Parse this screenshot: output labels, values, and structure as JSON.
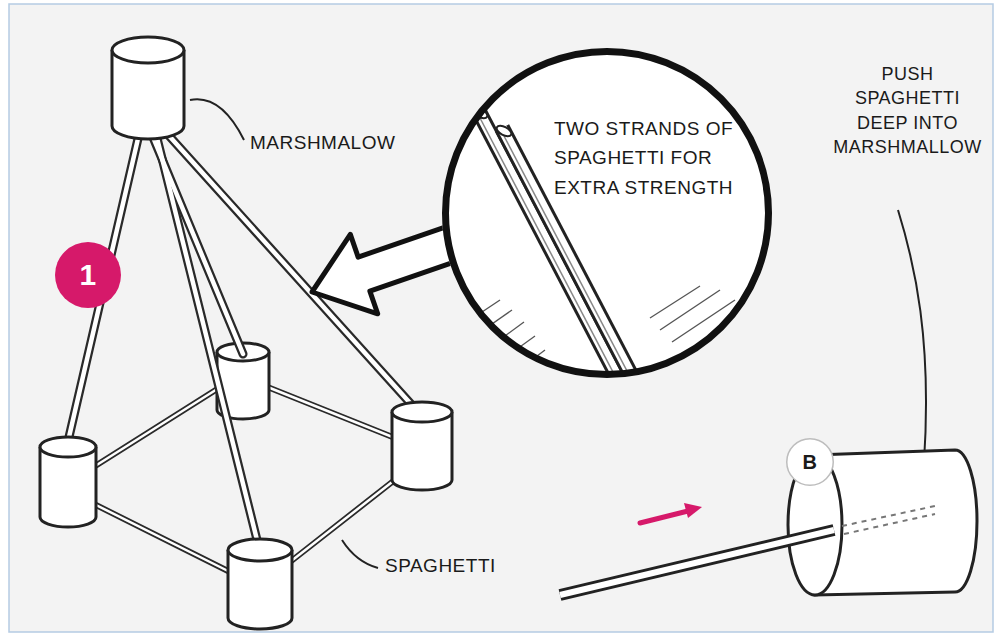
{
  "diagram": {
    "nodes": [
      {
        "text": [
          "1"
        ]
      },
      {
        "text": [
          "TWO STRANDS OF SPAGHETTI FOR EXTRA STRENGTH"
        ]
      },
      {
        "text": [
          "B"
        ]
      }
    ],
    "labels": [
      "MARSHMALOW",
      "SPAGHETTI",
      "PUSH SPAGHETTI DEEP INTO MARSHMALLOW"
    ]
  }
}
